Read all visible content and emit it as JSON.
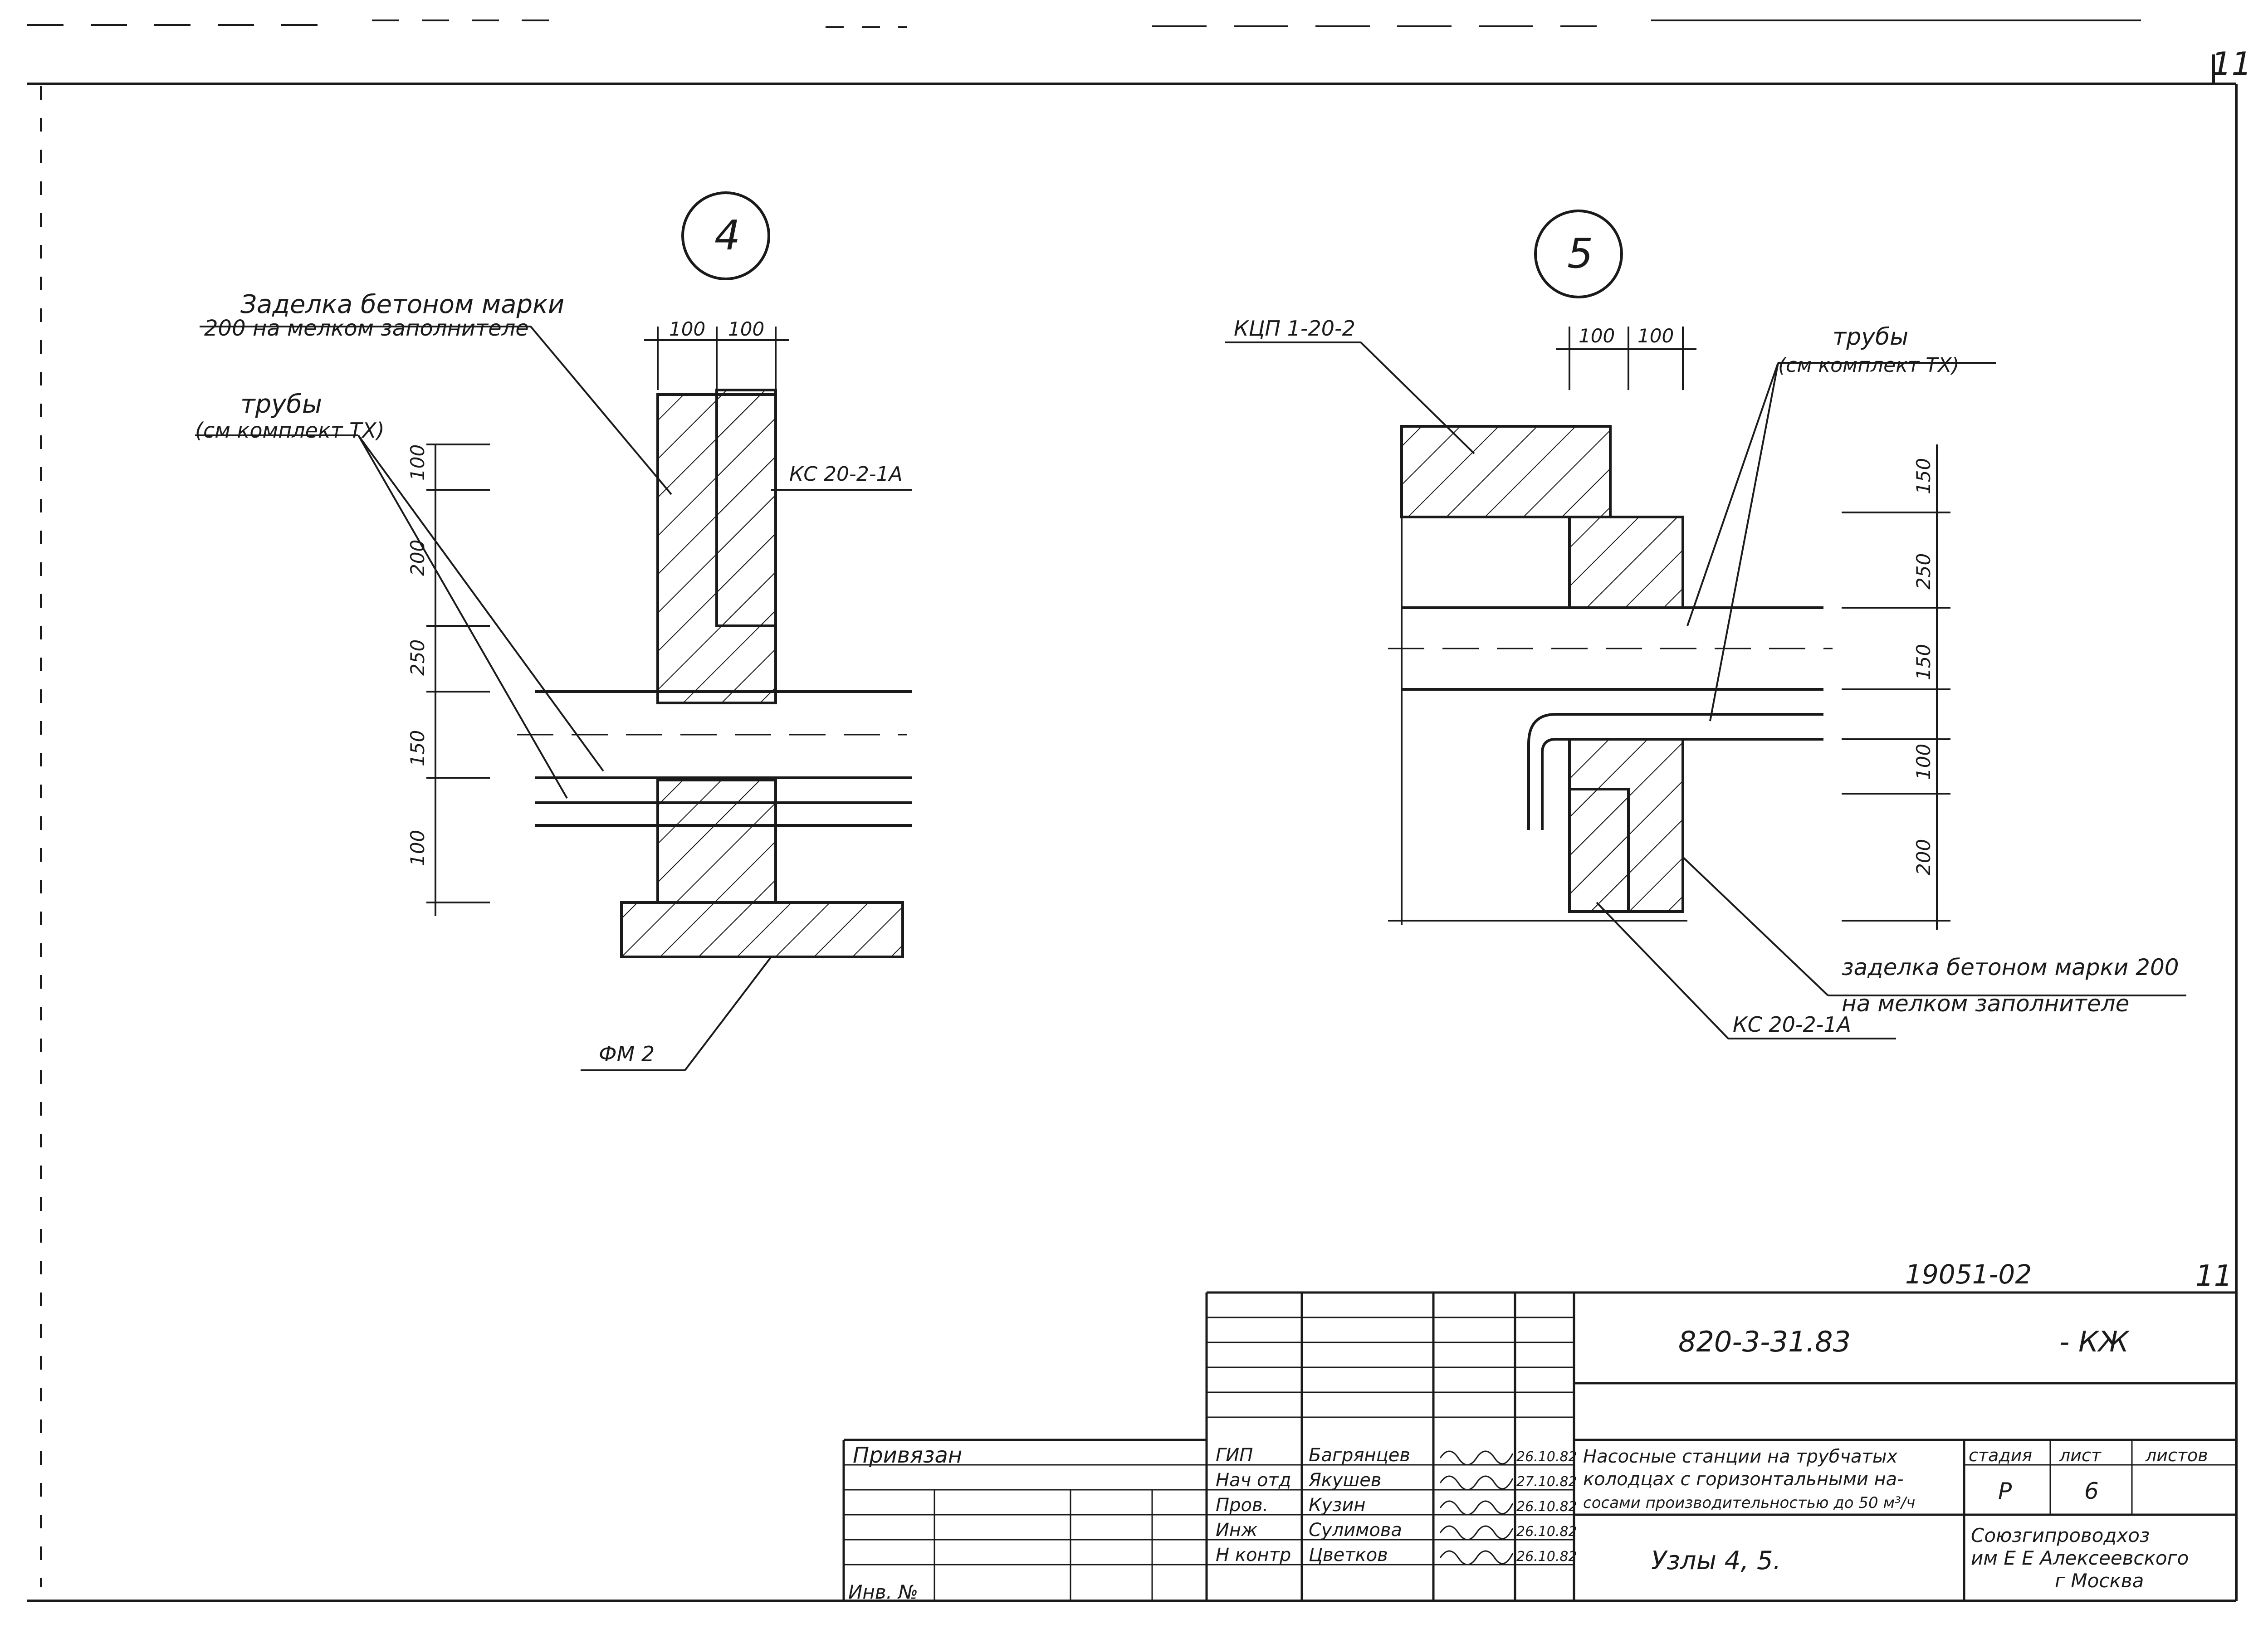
{
  "sheet_corner_number": "11",
  "node4": {
    "circle_label": "4",
    "note_grout": [
      "Заделка бетоном марки",
      "200 на мелком заполнителе"
    ],
    "note_pipes": [
      "трубы",
      "(см комплект ТХ)"
    ],
    "mark_ring": "КС 20-2-1А",
    "mark_plate": "ФМ 2",
    "dim_top": [
      "100",
      "100"
    ],
    "dims_vertical": [
      "100",
      "200",
      "250",
      "150",
      "100"
    ]
  },
  "node5": {
    "circle_label": "5",
    "mark_cover": "КЦП 1-20-2",
    "note_pipes": [
      "трубы",
      "(см комплект ТХ)"
    ],
    "note_grout": [
      "заделка бетоном марки 200",
      "на мелком заполнителе"
    ],
    "mark_ring": "КС 20-2-1А",
    "dim_top": [
      "100",
      "100"
    ],
    "dims_vertical": [
      "150",
      "250",
      "150",
      "100",
      "200"
    ]
  },
  "title_block": {
    "archive_no": "19051-02",
    "sheet_top": "11",
    "doc_code": "820-3-31.83",
    "doc_suffix": "- КЖ",
    "privyazan": "Привязан",
    "inv_no": "Инв. №",
    "roles": [
      "ГИП",
      "Нач отд",
      "Пров.",
      "Инж",
      "Н контр"
    ],
    "names": [
      "Багрянцев",
      "Якушев",
      "Кузин",
      "Сулимова",
      "Цветков"
    ],
    "dates": [
      "26.10.82",
      "27.10.82",
      "26.10.82",
      "26.10.82",
      "26.10.82"
    ],
    "description": [
      "Насосные станции на трубчатых",
      "колодцах с горизонтальными на-",
      "сосами производительностью до 50 м³/ч"
    ],
    "sheet_title": "Узлы 4, 5.",
    "col_headers": [
      "стадия",
      "лист",
      "листов"
    ],
    "stage": "Р",
    "sheet": "6",
    "sheets_total": "",
    "org": [
      "Союзгипроводхоз",
      "им Е Е Алексеевского",
      "г Москва"
    ]
  }
}
